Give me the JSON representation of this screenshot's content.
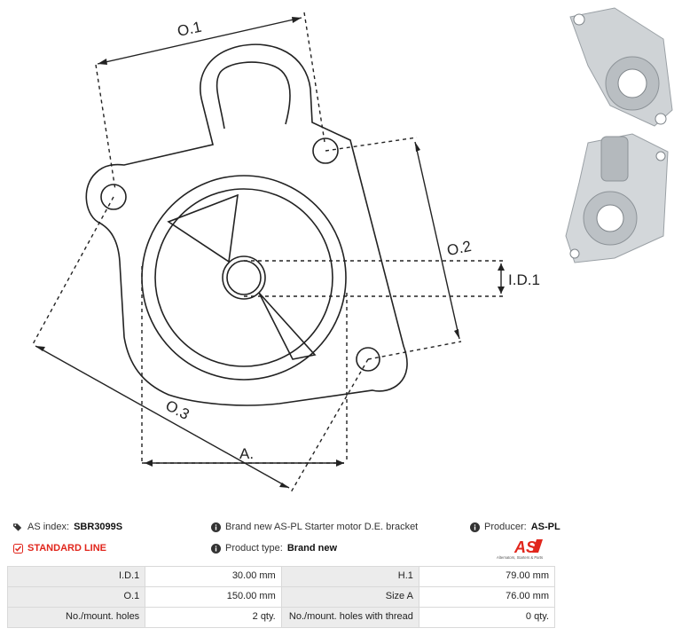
{
  "drawing": {
    "labels": {
      "o1": "O.1",
      "o2": "O.2",
      "o3": "O.3",
      "id1": "I.D.1",
      "a": "A."
    }
  },
  "info": {
    "as_index_label": "AS index:",
    "as_index_value": "SBR3099S",
    "line": "STANDARD LINE",
    "description": "Brand new AS-PL Starter motor D.E. bracket",
    "product_type_label": "Product type:",
    "product_type_value": "Brand new",
    "producer_label": "Producer:",
    "producer_value": "AS-PL"
  },
  "logo": {
    "mark": "AS",
    "tagline": "Alternators, Starters & Parts"
  },
  "specs": [
    {
      "label1": "I.D.1",
      "value1": "30.00 mm",
      "label2": "H.1",
      "value2": "79.00 mm"
    },
    {
      "label1": "O.1",
      "value1": "150.00 mm",
      "label2": "Size A",
      "value2": "76.00 mm"
    },
    {
      "label1": "No./mount. holes",
      "value1": "2 qty.",
      "label2": "No./mount. holes with thread",
      "value2": "0 qty."
    }
  ],
  "colors": {
    "accent_red": "#e1261c",
    "table_label_bg": "#ececec",
    "table_border": "#d9d9d9"
  },
  "icons": [
    "tags-icon",
    "check-square-icon",
    "info-circle-icon"
  ]
}
